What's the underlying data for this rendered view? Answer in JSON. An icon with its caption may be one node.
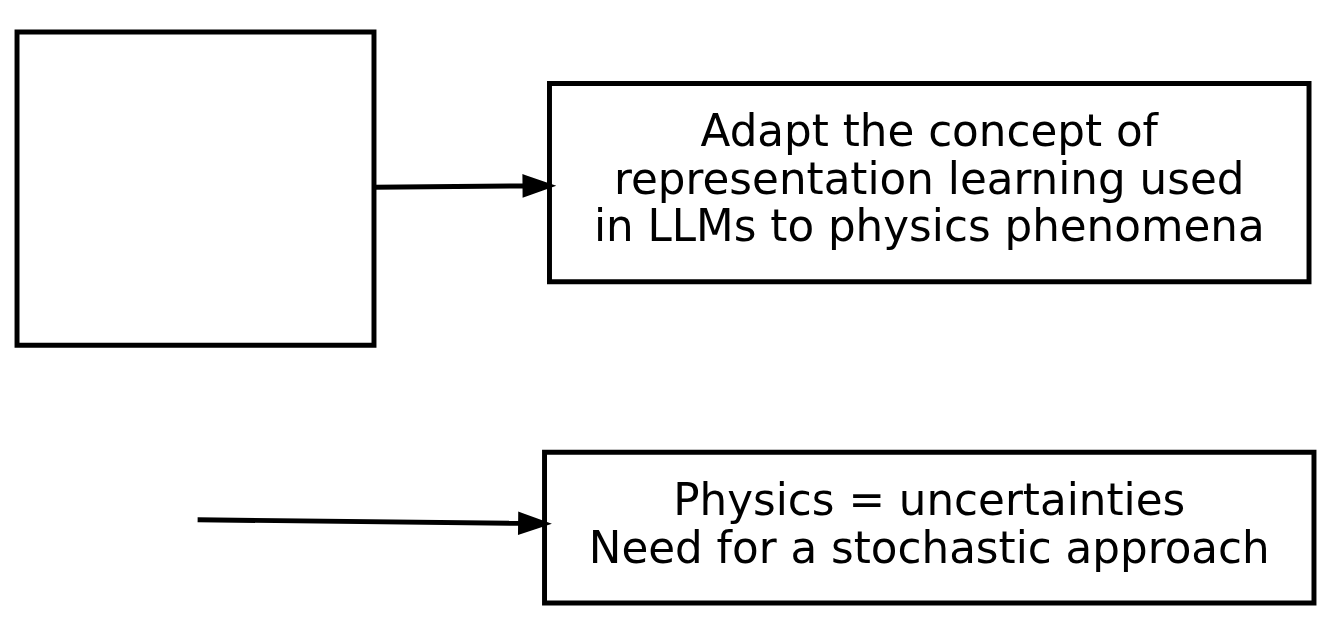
{
  "diagram": {
    "nodes": [
      {
        "text": [],
        "shape": "box"
      },
      {
        "text": [
          "Adapt the concept of representation learning used in LLMs to physics phenomena"
        ]
      },
      {
        "text": [
          "Physics = uncertainties",
          "Need for a stochastic approach"
        ]
      }
    ],
    "edges": [
      {
        "from": 0,
        "to": 1,
        "arrow": "to"
      },
      {
        "from": null,
        "to": 2,
        "arrow": "to"
      }
    ]
  }
}
